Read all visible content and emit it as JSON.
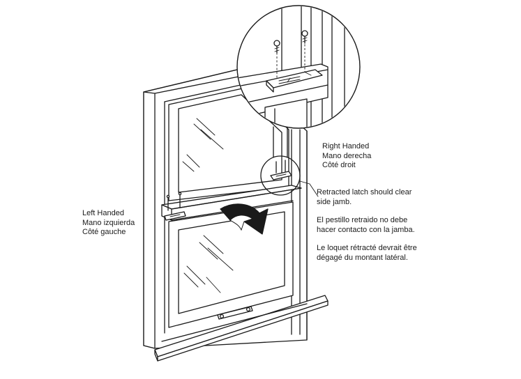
{
  "left_label": {
    "line1": "Left Handed",
    "line2": "Mano izquierda",
    "line3": "Côté gauche"
  },
  "right_label": {
    "line1": "Right Handed",
    "line2": "Mano derecha",
    "line3": "Côté droit"
  },
  "note_en": {
    "line1": "Retracted latch should clear",
    "line2": "side jamb."
  },
  "note_es": {
    "line1": "El pestillo retraido no debe",
    "line2": "hacer contacto con la jamba."
  },
  "note_fr": {
    "line1": "Le loquet rétracté devrait être",
    "line2": "dégagé du montant latéral."
  },
  "colors": {
    "line": "#1a1a1a",
    "background": "#ffffff"
  },
  "icons": [
    "sash-tilt-arrow-icon",
    "sash-latch-icon",
    "screw-icon"
  ]
}
